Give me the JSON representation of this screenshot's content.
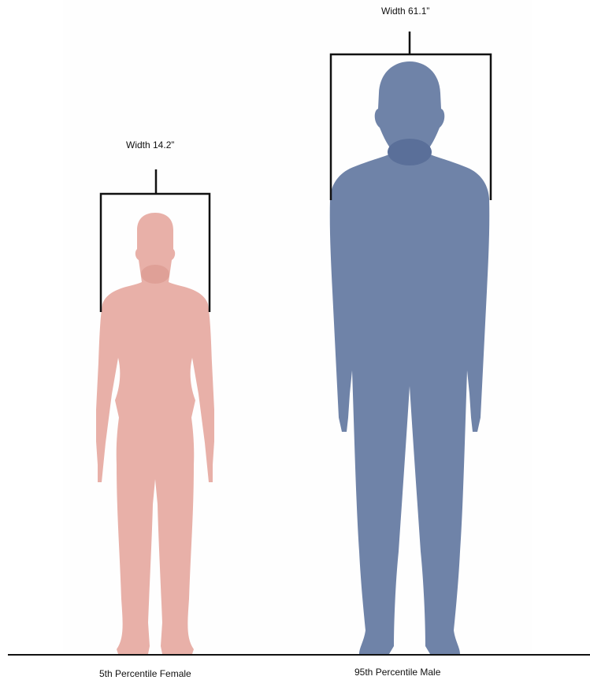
{
  "figures": [
    {
      "id": "female",
      "label": "5th Percentile Female",
      "width_label": "Width 14.2”",
      "color": "#e8b0a8",
      "neck_color": "#dfa097"
    },
    {
      "id": "male",
      "label": "95th Percentile Male",
      "width_label": "Width 61.1”",
      "color": "#6f83a8",
      "neck_color": "#5a6f99"
    }
  ],
  "colors": {
    "bracket": "#111111",
    "ground": "#111111",
    "background": "#ffffff"
  }
}
